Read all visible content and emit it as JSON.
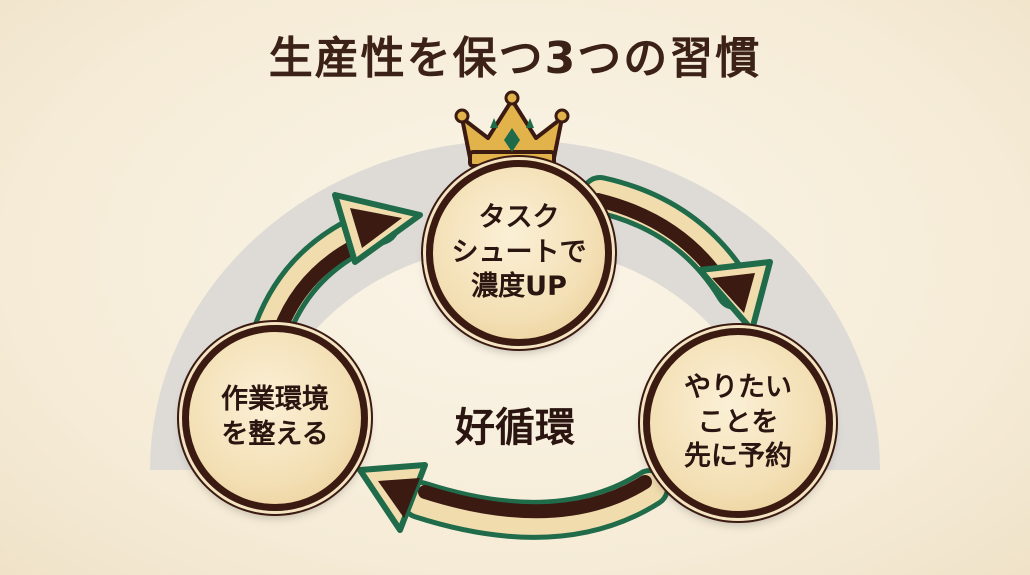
{
  "title": "生産性を保つ3つの習慣",
  "center_label": "好循環",
  "nodes": {
    "top": "タスク\nシュートで\n濃度UP",
    "right": "やりたい\nことを\n先に予約",
    "left": "作業環境\nを整える"
  },
  "icons": {
    "crown": "crown-icon",
    "arrows": "cycle-arrow-icon"
  },
  "colors": {
    "background": "#f5ebd6",
    "dark_brown": "#3b1a12",
    "green": "#1f6b4a",
    "cream": "#f3dfb4",
    "gold": "#e2b34a",
    "gray_arc": "#dcdcdc"
  }
}
